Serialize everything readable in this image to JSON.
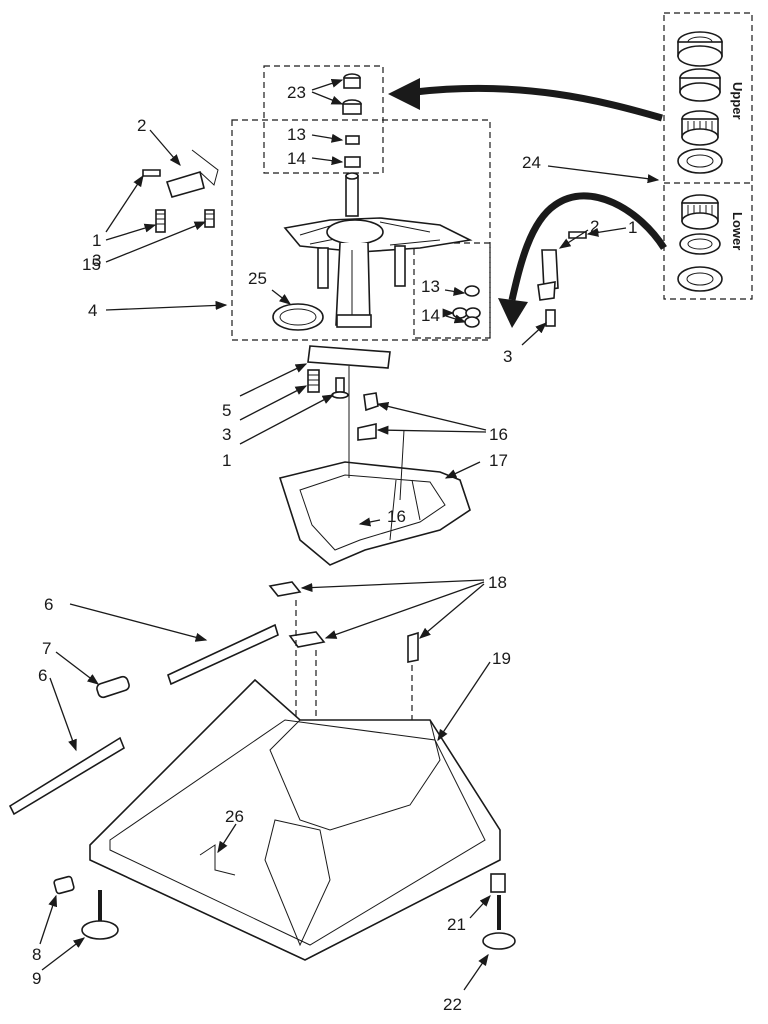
{
  "callouts": {
    "c1a": "1",
    "c2a": "2",
    "c15": "15",
    "c3a": "3",
    "c4": "4",
    "c23": "23",
    "c13a": "13",
    "c14a": "14",
    "c25": "25",
    "c13b": "13",
    "c14b": "14",
    "c24": "24",
    "c2b": "2",
    "c1b": "1",
    "c3b": "3",
    "c5": "5",
    "c3c": "3",
    "c1c": "1",
    "c16a": "16",
    "c17": "17",
    "c16b": "16",
    "c18": "18",
    "c6a": "6",
    "c7": "7",
    "c6b": "6",
    "c19": "19",
    "c26": "26",
    "c8": "8",
    "c9": "9",
    "c21": "21",
    "c22": "22"
  },
  "kit_labels": {
    "upper": "Upper",
    "lower": "Lower"
  }
}
